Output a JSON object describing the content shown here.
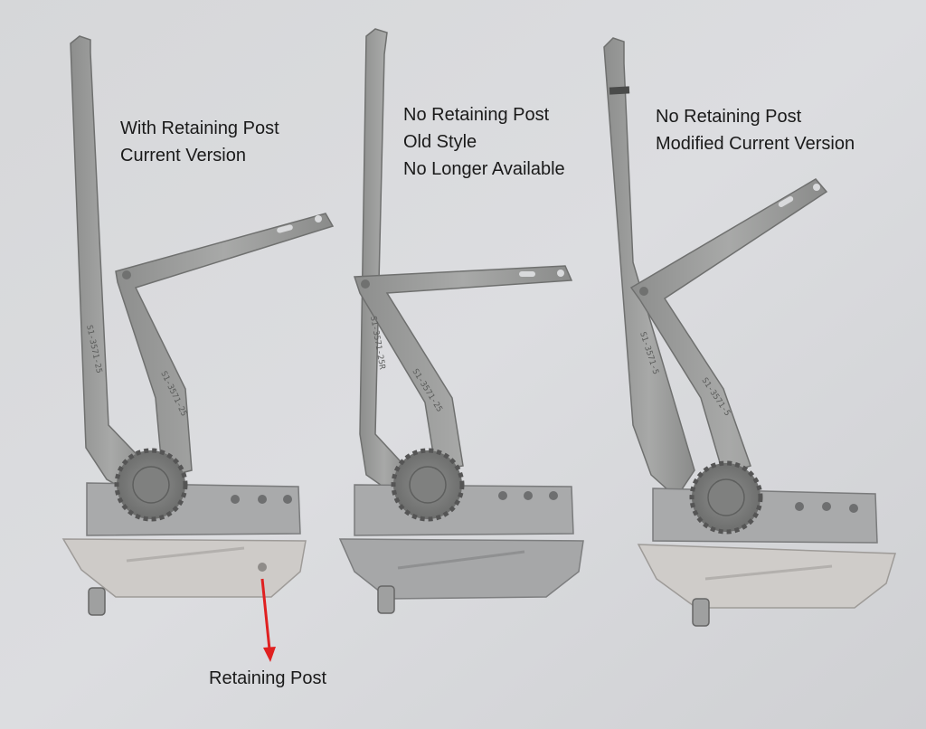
{
  "captions": {
    "left": {
      "line1": "With Retaining Post",
      "line2": "Current Version"
    },
    "middle": {
      "line1": "No Retaining Post",
      "line2": "Old Style",
      "line3": "No Longer Available"
    },
    "right": {
      "line1": "No Retaining Post",
      "line2": "Modified Current Version"
    }
  },
  "callout": {
    "label": "Retaining Post",
    "arrow_color": "#e02020"
  },
  "part_stamps": {
    "left_long_arm": "S1-3571-25",
    "left_link": "S1-3571-25",
    "middle_long_arm": "S1-3571-25R",
    "middle_link": "S1-3571-25",
    "right_long_arm": "S1-3571-5",
    "right_link": "S1-3571-5"
  },
  "colors": {
    "background": "#d9dadc",
    "steel": "#9c9d9c",
    "steel_dark": "#7e7f7e",
    "housing_light": "#cfccc9",
    "housing_gray": "#a4a5a6"
  }
}
